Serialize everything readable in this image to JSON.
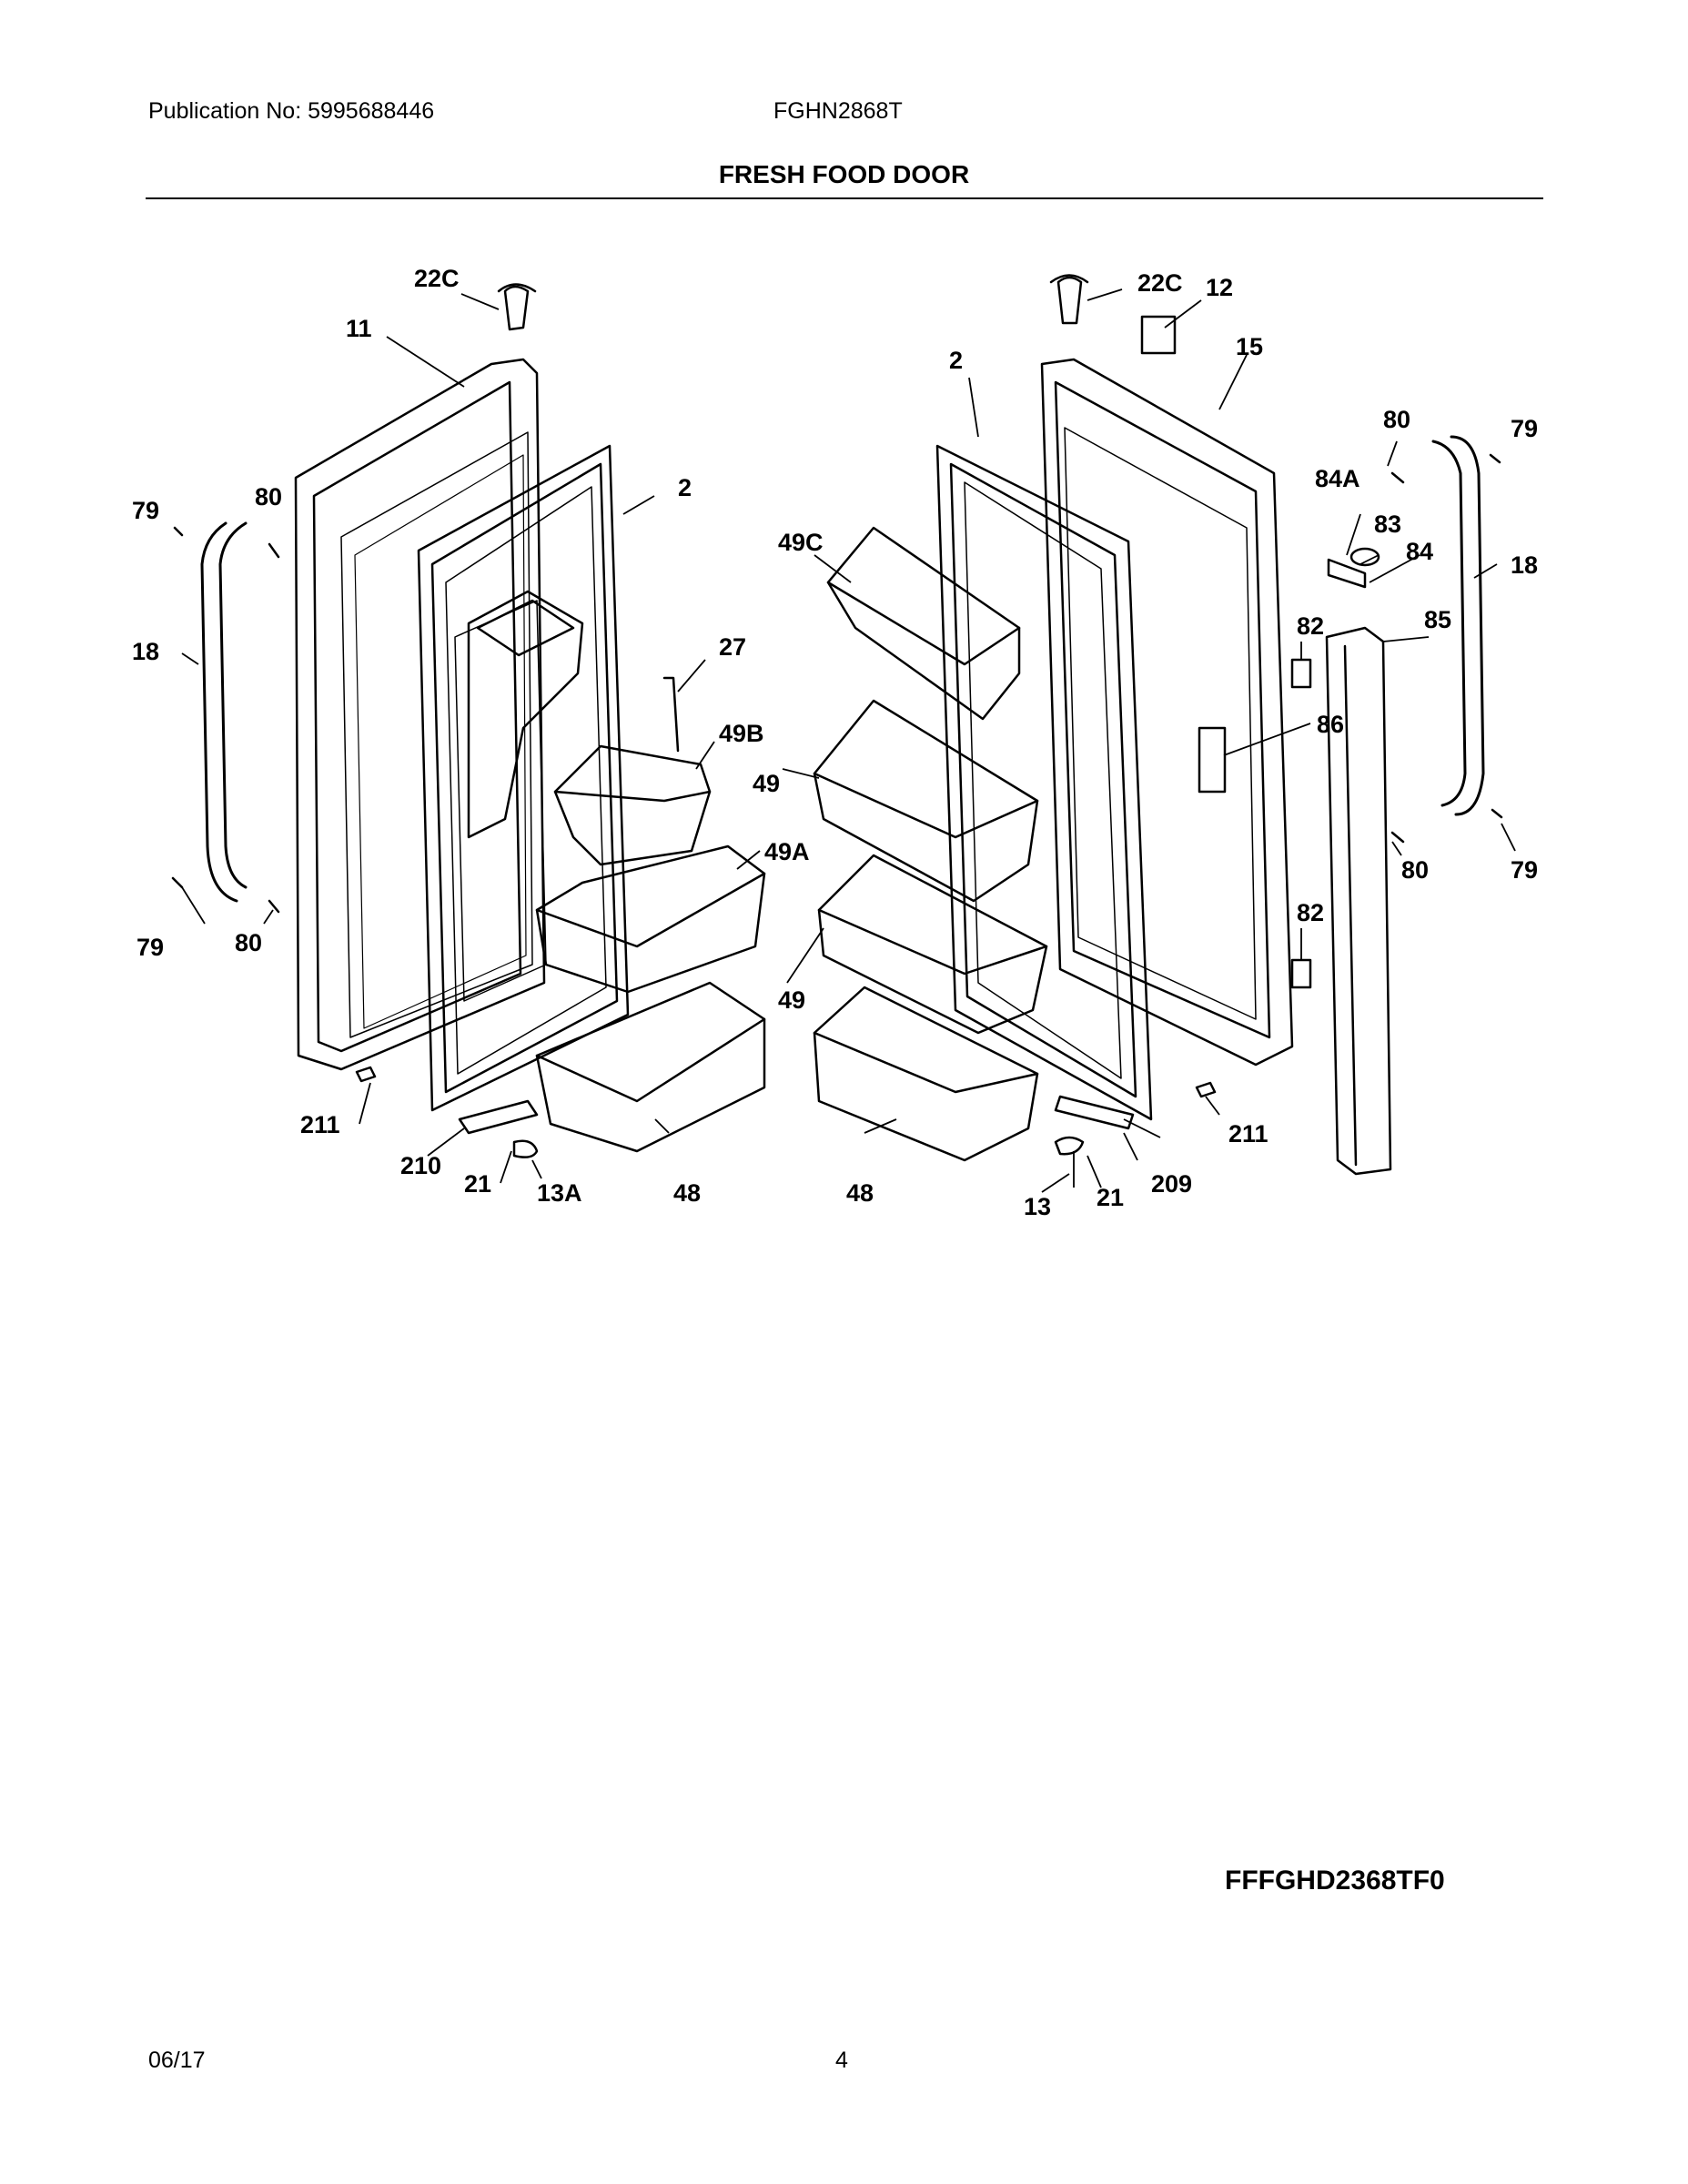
{
  "header": {
    "publication": "Publication No: 5995688446",
    "model": "FGHN2868T",
    "title": "FRESH FOOD DOOR"
  },
  "footer": {
    "figure_code": "FFFGHD2368TF0",
    "date": "06/17",
    "page": "4"
  },
  "callouts": {
    "c22c_l": "22C",
    "c11": "11",
    "c79_tl": "79",
    "c80_tl": "80",
    "c2_l": "2",
    "c18_l": "18",
    "c27": "27",
    "c49b": "49B",
    "c49a": "49A",
    "c79_bl": "79",
    "c80_bl": "80",
    "c211_l": "211",
    "c210": "210",
    "c21_l": "21",
    "c13a": "13A",
    "c48_l": "48",
    "c22c_r": "22C",
    "c12": "12",
    "c15": "15",
    "c2_r": "2",
    "c49c": "49C",
    "c49_u": "49",
    "c49_l": "49",
    "c48_r": "48",
    "c13": "13",
    "c21_r": "21",
    "c209": "209",
    "c211_r": "211",
    "c80_tr": "80",
    "c79_tr": "79",
    "c84a": "84A",
    "c83": "83",
    "c84": "84",
    "c18_r": "18",
    "c82_t": "82",
    "c85": "85",
    "c86": "86",
    "c82_b": "82",
    "c80_br": "80",
    "c79_br": "79"
  }
}
